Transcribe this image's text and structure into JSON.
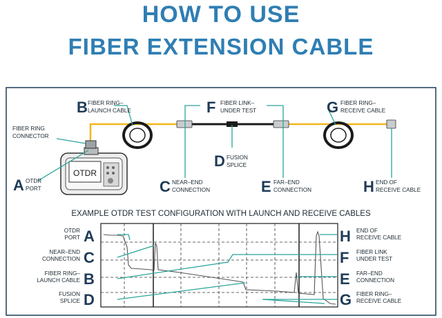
{
  "title": {
    "line1": "HOW TO USE",
    "line2": "FIBER EXTENSION CABLE"
  },
  "colors": {
    "title": "#2f7eb3",
    "leader": "#2aa59a",
    "fiber": "#f2b61b",
    "border": "#1f3b57"
  },
  "device": {
    "screen_text": "OTDR"
  },
  "top_labels": {
    "A": {
      "letter": "A",
      "line1": "OTDR",
      "line2": "PORT"
    },
    "B": {
      "letter": "B",
      "line1": "FIBER RING–",
      "line2": "LAUNCH CABLE"
    },
    "C": {
      "letter": "C",
      "line1": "NEAR–END",
      "line2": "CONNECTION"
    },
    "D": {
      "letter": "D",
      "line1": "FUSION",
      "line2": "SPLICE"
    },
    "E": {
      "letter": "E",
      "line1": "FAR–END",
      "line2": "CONNECTION"
    },
    "F": {
      "letter": "F",
      "line1": "FIBER LINK–",
      "line2": "UNDER TEST"
    },
    "G": {
      "letter": "G",
      "line1": "FIBER RING–",
      "line2": "RECEIVE CABLE"
    },
    "H": {
      "letter": "H",
      "line1": "END OF",
      "line2": "RECEIVE CABLE"
    },
    "connector": {
      "line1": "FIBER RING",
      "line2": "CONNECTOR"
    }
  },
  "trace_caption": "EXAMPLE OTDR TEST CONFIGURATION WITH LAUNCH AND RECEIVE CABLES",
  "left_legend": [
    {
      "letter": "A",
      "line1": "OTDR",
      "line2": "PORT"
    },
    {
      "letter": "C",
      "line1": "NEAR–END",
      "line2": "CONNECTION"
    },
    {
      "letter": "B",
      "line1": "FIBER RING–",
      "line2": "LAUNCH CABLE"
    },
    {
      "letter": "D",
      "line1": "FUSION",
      "line2": "SPLICE"
    }
  ],
  "right_legend": [
    {
      "letter": "H",
      "line1": "END OF",
      "line2": "RECEIVE CABLE"
    },
    {
      "letter": "F",
      "line1": "FIBER LINK",
      "line2": "UNDER TEST"
    },
    {
      "letter": "E",
      "line1": "FAR–END",
      "line2": "CONNECTION"
    },
    {
      "letter": "G",
      "line1": "FIBER RING–",
      "line2": "RECEIVE CABLE"
    }
  ]
}
